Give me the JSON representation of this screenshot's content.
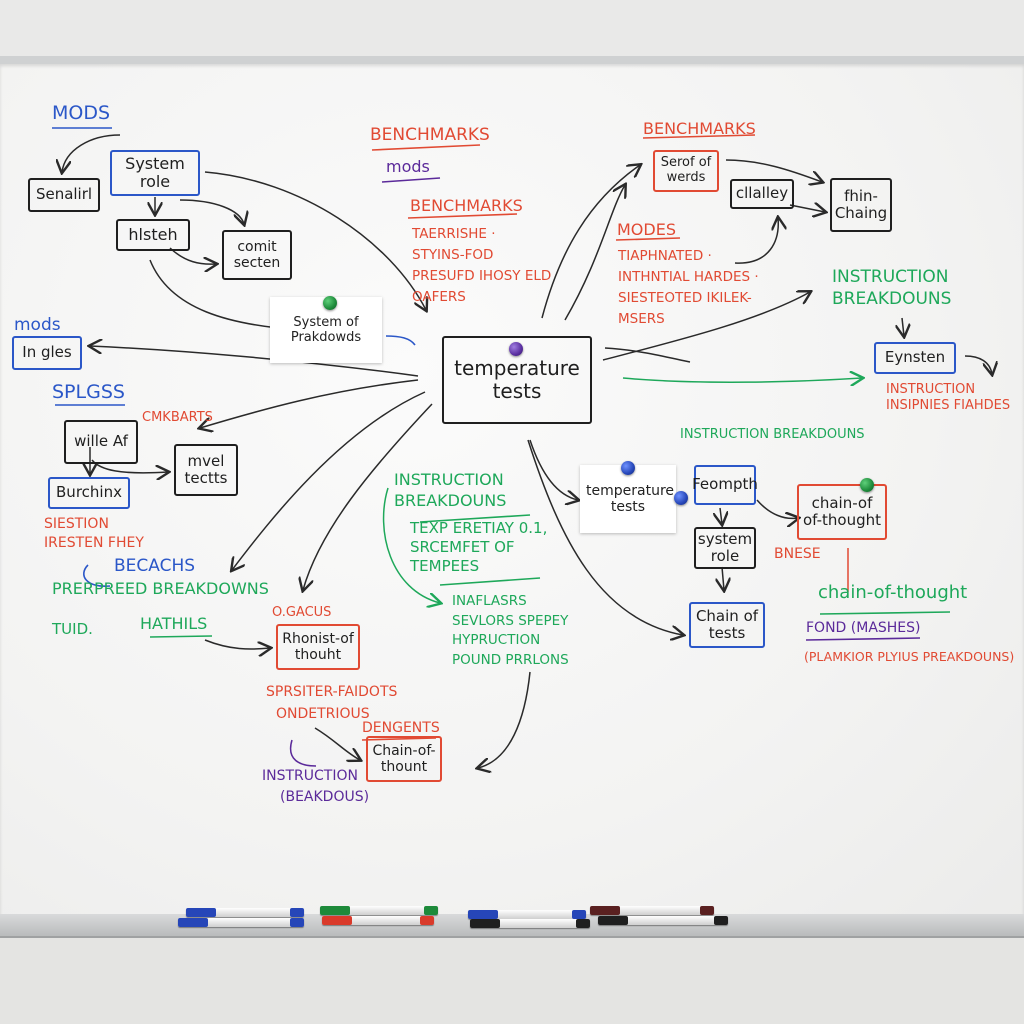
{
  "board": {
    "top_left": {
      "mods": "MODS",
      "senalirl": "Senalirl",
      "system_role": "System role",
      "hlsteh": "hlsteh",
      "comit_secten": "comit secten"
    },
    "note_system": {
      "text": "System of Prakdowds"
    },
    "left": {
      "mods": "mods",
      "in_gles": "In gles",
      "splgss": "SPLGSS",
      "cmkbarts": "CMKBARTS",
      "wille": "wille Af",
      "mvel_tectts": "mvel tectts",
      "burchinx": "Burchinx",
      "siestion": "SIESTION IRESTEN FHEY",
      "becachs": "BECACHS",
      "perpreed": "PRERPREED BREAKDOWNS",
      "tuld": "TUID.",
      "hathls": "HATHILS"
    },
    "bottom_left": {
      "ocacus": "O.GACUS",
      "chain_box_1": "Rhonist-of thouht",
      "spreter": "SPRSITER-FAIDOTS",
      "ondetrious": "ONDETRIOUS",
      "dengents": "DENGENTS",
      "chain_box_2": "Chain-of- thount",
      "instruction": "INSTRUCTION",
      "beakdons": "(BEAKDOUS)"
    },
    "center": {
      "benchmarks_1": "BENCHMARKS",
      "mods": "mods",
      "benchmarks_2": "BENCHMARKS",
      "red_list": "TAERRISHE · STYINS-FOD PRESUFD IHOSY ELD OAFERS",
      "main_box": "temperature tests"
    },
    "top_right": {
      "benchmarks": "BENCHMARKS",
      "serof_werds": "Serof of werds",
      "cllalley": "cllalley",
      "fhin_chaing": "fhin- Chaing",
      "modes": "MODES",
      "modes_list": "TIAPHNATED · INTHNTIAL HARDES · SIESTEOTED IKILEK-MSERS",
      "instruction_breakdowns": "INSTRUCTION BREAKDOUNS",
      "eynsten": "Eynsten",
      "instruction_red": "INSTRUCTION INSIPNIES FIAHDES"
    },
    "center_bottom": {
      "instruction_breakdowns": "INSTRUCTION BREAKDOUNS",
      "texp": "TEXP ERETIAY 0.1, SRCEMFET OF TEMPEES",
      "inaflasrs": "INAFLASRS SEVLORS SPEPEY HYPRUCTION POUND PRRLONS"
    },
    "right_bottom": {
      "instruction_breakdowns": "INSTRUCTION BREAKDOUNS",
      "note_temperature": "temperature tests",
      "feompth": "Feompth",
      "system_role": "system role",
      "chain_of_thought_box": "chain-of of-thought",
      "bnese": "BNESE",
      "chain_of_tests": "Chain of tests",
      "chain_of_thought": "chain-of-thought",
      "fond": "FOND (MASHES)",
      "plamkior": "(PLAMKIOR PLYIUS PREAKDOUNS)"
    }
  },
  "colors": {
    "blue": "#2b57c8",
    "red": "#e14a33",
    "green": "#1ea85a",
    "purple": "#5b2a9a",
    "black": "#1f1f1f",
    "magnet_green": "#1d8a3a",
    "magnet_purple": "#5a2fa0",
    "magnet_blue": "#2646b8"
  },
  "markers": [
    {
      "color": "#2646b8"
    },
    {
      "color": "#2646b8"
    },
    {
      "color": "#1d8a3a"
    },
    {
      "color": "#d93a2a"
    },
    {
      "color": "#2646b8"
    },
    {
      "color": "#1f1f1f"
    },
    {
      "color": "#5a2020"
    },
    {
      "color": "#1f1f1f"
    }
  ]
}
